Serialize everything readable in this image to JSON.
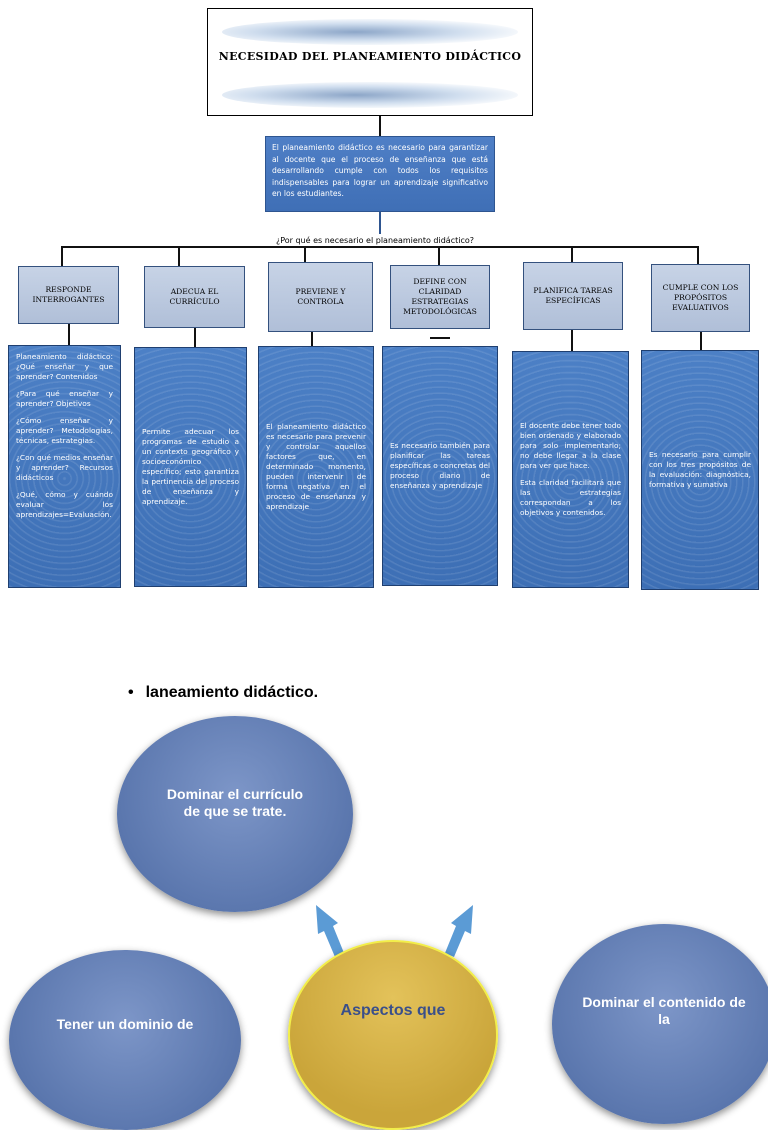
{
  "diagram": {
    "title": "NECESIDAD DEL PLANEAMIENTO DIDÁCTICO",
    "definition": "El planeamiento didáctico es necesario para garantizar al docente que el proceso de enseñanza que está desarrollando cumple con todos los requisitos indispensables para lograr un aprendizaje significativo en los estudiantes.",
    "question": "¿Por qué es necesario el planeamiento didáctico?",
    "columns": [
      {
        "heading": "RESPONDE INTERROGANTES",
        "paragraphs": [
          "Planeamiento didáctico: ¿Qué enseñar y que aprender? Contenidos",
          "¿Para qué enseñar y aprender? Objetivos",
          "¿Cómo enseñar y aprender? Metodologías, técnicas, estrategias.",
          "¿Con qué medios enseñar y aprender? Recursos didácticos",
          "¿Qué, cómo y cuándo evaluar los aprendizajes=Evaluación."
        ]
      },
      {
        "heading": "ADECUA EL CURRÍCULO",
        "paragraphs": [
          "Permite adecuar los programas de estudio a un contexto geográfico y socioeconómico específico; esto garantiza la pertinencia del proceso de enseñanza y aprendizaje."
        ]
      },
      {
        "heading": "PREVIENE Y CONTROLA",
        "paragraphs": [
          "El planeamiento didáctico es necesario para prevenir y controlar aquellos factores que, en determinado momento, pueden intervenir de forma negativa en el proceso de enseñanza y aprendizaje"
        ]
      },
      {
        "heading": "DEFINE CON CLARIDAD ESTRATEGIAS METODOLÓGICAS",
        "paragraphs": [
          "Es necesario también para planificar las tareas específicas o concretas del proceso diario de enseñanza y aprendizaje"
        ]
      },
      {
        "heading": "PLANIFICA TAREAS ESPECÍFICAS",
        "paragraphs": [
          "El docente debe tener todo bien ordenado y elaborado para solo implementarlo; no debe llegar a la clase para ver que hace.",
          "Esta claridad facilitará que las estrategias correspondan a los objetivos y contenidos."
        ]
      },
      {
        "heading": "CUMPLE CON LOS PROPÓSITOS EVALUATIVOS",
        "paragraphs": [
          "Es necesario para cumplir con los tres propósitos de la evaluación: diagnóstica, formativa y sumativa"
        ]
      }
    ]
  },
  "second": {
    "bullet": "laneamiento didáctico.",
    "circles": {
      "top": "Dominar el currículo de que se trate.",
      "left": "Tener un dominio de",
      "center": "Aspectos que",
      "right": "Dominar el contenido de la"
    },
    "colors": {
      "circle": "#6480b8",
      "center": "#d4b24a",
      "center_border": "#f2ee4a",
      "arrow": "#5b9bd5"
    }
  }
}
